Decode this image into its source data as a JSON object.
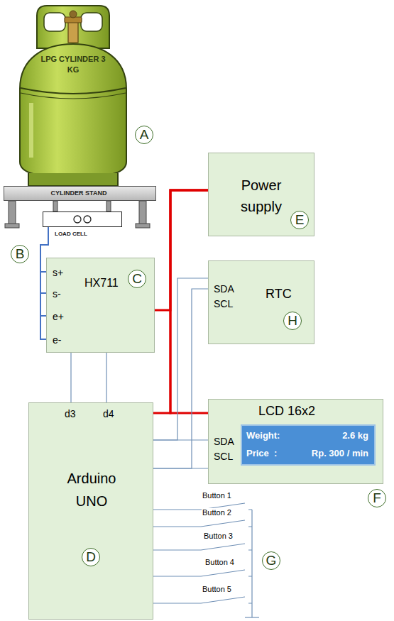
{
  "diagram": {
    "nodes": [
      {
        "text": [
          "LPG CYLINDER 3 KG"
        ]
      },
      {
        "text": [
          "CYLINDER STAND"
        ]
      },
      {
        "text": [
          "LOAD CELL"
        ]
      },
      {
        "text": [
          "HX711",
          "s+",
          "s-",
          "e+",
          "e-"
        ]
      },
      {
        "text": [
          "Power supply"
        ]
      },
      {
        "text": [
          "RTC",
          "SDA",
          "SCL"
        ]
      },
      {
        "text": [
          "d3",
          "d4",
          "Arduino UNO"
        ]
      },
      {
        "text": [
          "LCD 16x2",
          "SDA",
          "SCL"
        ]
      },
      {
        "text": [
          "Weight:",
          "2.6 kg",
          "Price  :",
          "Rp. 300 / min"
        ],
        "in": 7
      }
    ],
    "edges": [
      {
        "from": 2,
        "to": 3,
        "arrow": "none"
      },
      {
        "from": 3,
        "to": 6,
        "arrow": "none"
      },
      {
        "from": 3,
        "to": 6,
        "arrow": "none"
      },
      {
        "from": 4,
        "to": 3,
        "arrow": "none"
      },
      {
        "from": 4,
        "to": 6,
        "arrow": "none"
      },
      {
        "from": 4,
        "to": 7,
        "arrow": "none"
      },
      {
        "from": 5,
        "to": 6,
        "arrow": "none"
      },
      {
        "from": 5,
        "to": 6,
        "arrow": "none"
      },
      {
        "from": 6,
        "to": 7,
        "arrow": "none"
      },
      {
        "from": 6,
        "to": 7,
        "arrow": "none"
      }
    ],
    "labels": [
      "A",
      "B",
      "C",
      "D",
      "E",
      "F",
      "G",
      "H",
      "Button 1",
      "Button 2",
      "Button 3",
      "Button 4",
      "Button 5"
    ]
  }
}
